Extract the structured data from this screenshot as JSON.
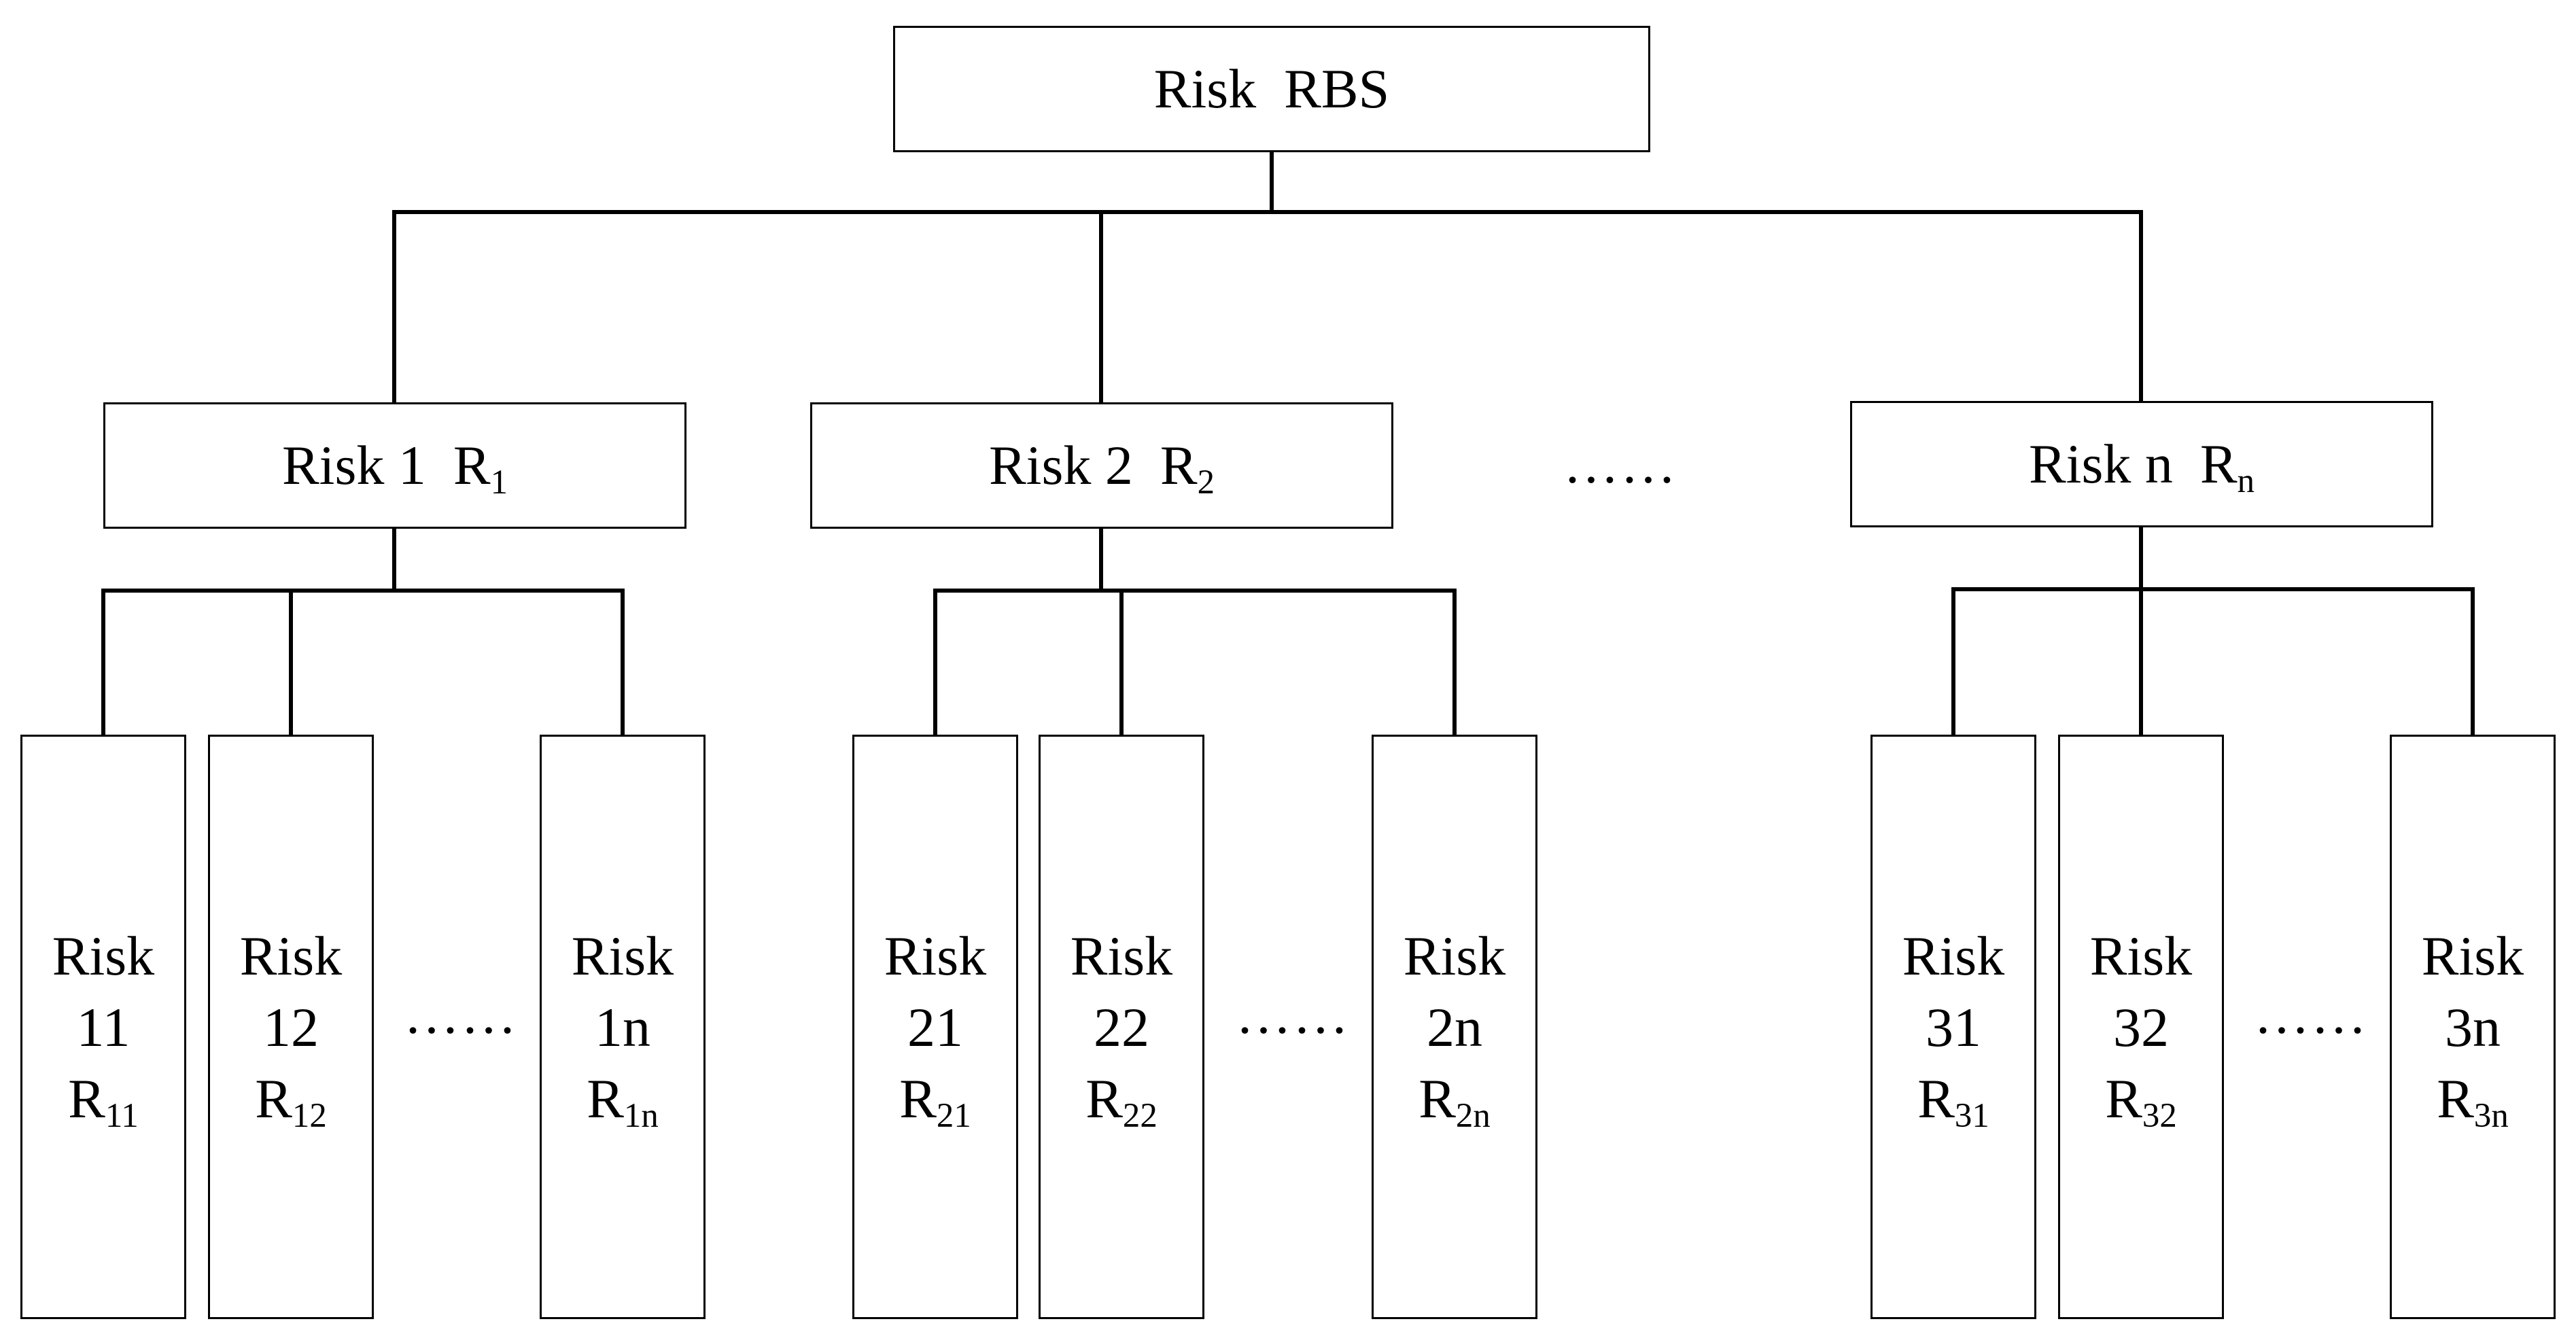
{
  "root": {
    "label": "Risk  RBS"
  },
  "level1": [
    {
      "name": "Risk 1",
      "symbol": "R",
      "sub": "1"
    },
    {
      "name": "Risk 2",
      "symbol": "R",
      "sub": "2"
    },
    {
      "name": "Risk n",
      "symbol": "R",
      "sub": "n"
    }
  ],
  "level1_ellipsis": "……",
  "groups": [
    {
      "leaves": [
        {
          "word": "Risk",
          "num": "11",
          "symbol": "R",
          "sub": "11"
        },
        {
          "word": "Risk",
          "num": "12",
          "symbol": "R",
          "sub": "12"
        },
        {
          "word": "Risk",
          "num": "1n",
          "symbol": "R",
          "sub": "1n"
        }
      ],
      "ellipsis": "……"
    },
    {
      "leaves": [
        {
          "word": "Risk",
          "num": "21",
          "symbol": "R",
          "sub": "21"
        },
        {
          "word": "Risk",
          "num": "22",
          "symbol": "R",
          "sub": "22"
        },
        {
          "word": "Risk",
          "num": "2n",
          "symbol": "R",
          "sub": "2n"
        }
      ],
      "ellipsis": "……"
    },
    {
      "leaves": [
        {
          "word": "Risk",
          "num": "31",
          "symbol": "R",
          "sub": "31"
        },
        {
          "word": "Risk",
          "num": "32",
          "symbol": "R",
          "sub": "32"
        },
        {
          "word": "Risk",
          "num": "3n",
          "symbol": "R",
          "sub": "3n"
        }
      ],
      "ellipsis": "……"
    }
  ]
}
